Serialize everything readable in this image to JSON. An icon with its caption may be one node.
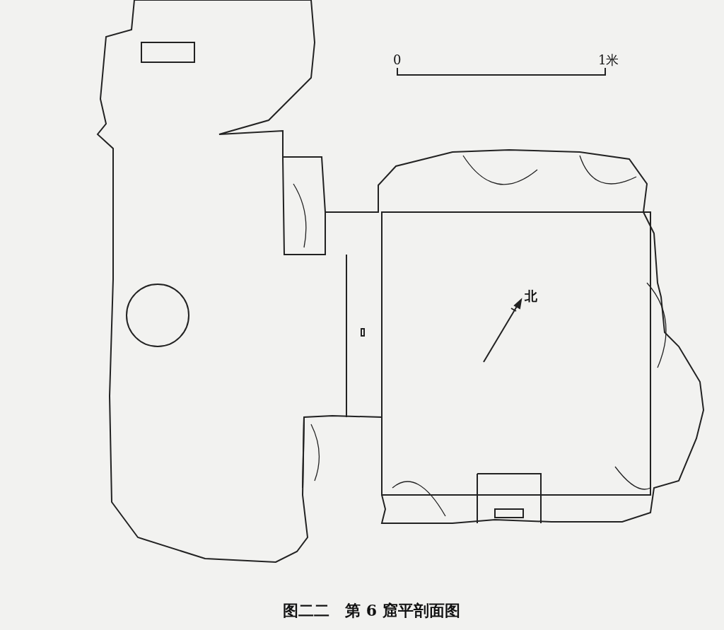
{
  "diagram": {
    "caption": "图二二　第 6 窟平剖面图",
    "labels": [
      "0",
      "1米",
      "北"
    ]
  }
}
